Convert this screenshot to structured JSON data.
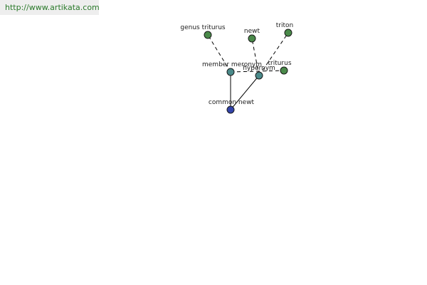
{
  "source": {
    "url_text": "http://www.artikata.com"
  },
  "colors": {
    "url_text": "#2a7a2a",
    "url_bg": "#eeeeee",
    "node_green": "#4a8a4a",
    "node_teal": "#4a8a8a",
    "node_blue": "#3344aa"
  },
  "graph": {
    "nodes": [
      {
        "id": "genus_triturus",
        "label": "genus triturus",
        "color": "node_green"
      },
      {
        "id": "newt",
        "label": "newt",
        "color": "node_green"
      },
      {
        "id": "triton",
        "label": "triton",
        "color": "node_green"
      },
      {
        "id": "member_meronym",
        "label": "member meronym",
        "color": "node_teal"
      },
      {
        "id": "hypernym",
        "label": "hypernym",
        "color": "node_teal"
      },
      {
        "id": "triturus",
        "label": "triturus",
        "color": "node_green"
      },
      {
        "id": "common_newt",
        "label": "common newt",
        "color": "node_blue"
      }
    ],
    "edges": [
      {
        "from": "common_newt",
        "to": "member_meronym",
        "style": "solid"
      },
      {
        "from": "common_newt",
        "to": "hypernym",
        "style": "solid"
      },
      {
        "from": "member_meronym",
        "to": "genus_triturus",
        "style": "dashed"
      },
      {
        "from": "member_meronym",
        "to": "triturus",
        "style": "dashed"
      },
      {
        "from": "hypernym",
        "to": "newt",
        "style": "dashed"
      },
      {
        "from": "hypernym",
        "to": "triton",
        "style": "dashed"
      }
    ]
  }
}
